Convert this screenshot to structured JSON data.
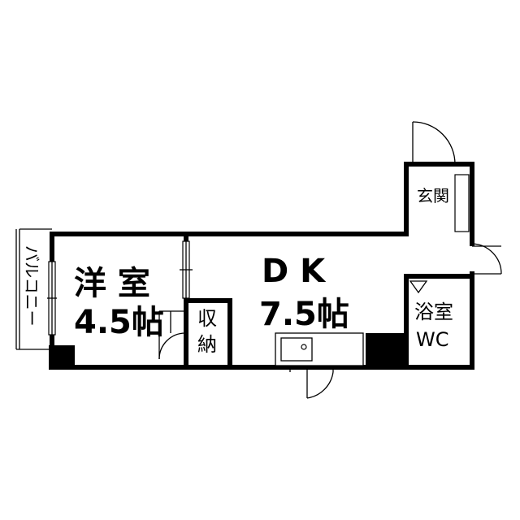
{
  "plan": {
    "balcony": "バルコニー",
    "western_room": {
      "name": "洋 室",
      "size": "4.5帖"
    },
    "storage": {
      "line1": "収",
      "line2": "納"
    },
    "dk": {
      "name": "D K",
      "size": "7.5帖"
    },
    "entrance": "玄関",
    "bath": {
      "line1": "浴室",
      "line2": "WC"
    }
  }
}
